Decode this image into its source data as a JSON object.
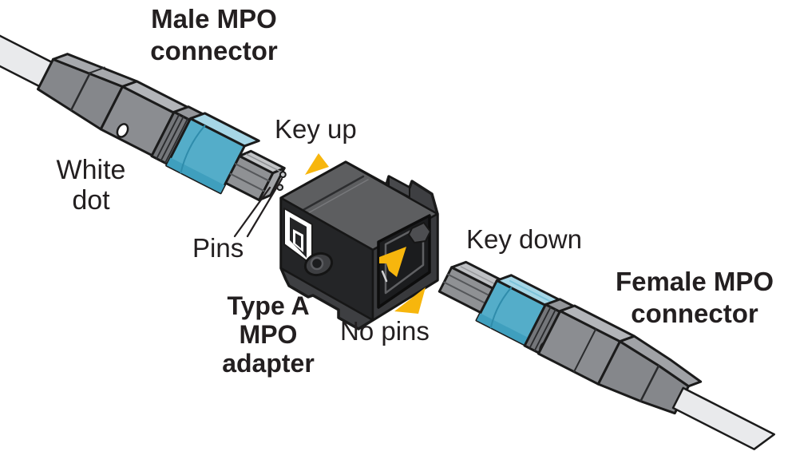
{
  "figure": {
    "labels": {
      "male_line1": "Male MPO",
      "male_line2": "connector",
      "white_dot_line1": "White",
      "white_dot_line2": "dot",
      "pins": "Pins",
      "key_up": "Key up",
      "adapter_line1": "Type A",
      "adapter_line2": "MPO",
      "adapter_line3": "adapter",
      "no_pins": "No pins",
      "key_down": "Key down",
      "female_line1": "Female MPO",
      "female_line2": "connector"
    },
    "colors": {
      "background": "#ffffff",
      "label_text": "#231f20",
      "outline": "#1b1b1b",
      "accent_yellow": "#f7b60d",
      "aqua_side": "#54adc9",
      "aqua_top": "#a6d6e6",
      "aqua_shade": "#3f9fbe",
      "gray_body_side": "#8b8d91",
      "gray_body_top": "#b3b5b9",
      "boot_side": "#85878b",
      "boot_top": "#a7a9ad",
      "collar_side": "#74767a",
      "ferrule_side": "#8f9194",
      "ferrule_top": "#c3c5c7",
      "cable_light": "#e9eaec",
      "adapter_body": "#3e3f42",
      "adapter_top": "#5d5e60",
      "adapter_left_face": "#242527",
      "adapter_right_face": "#38393c",
      "adapter_recess": "#1b1c1e",
      "white_dot": "#ffffff"
    }
  }
}
